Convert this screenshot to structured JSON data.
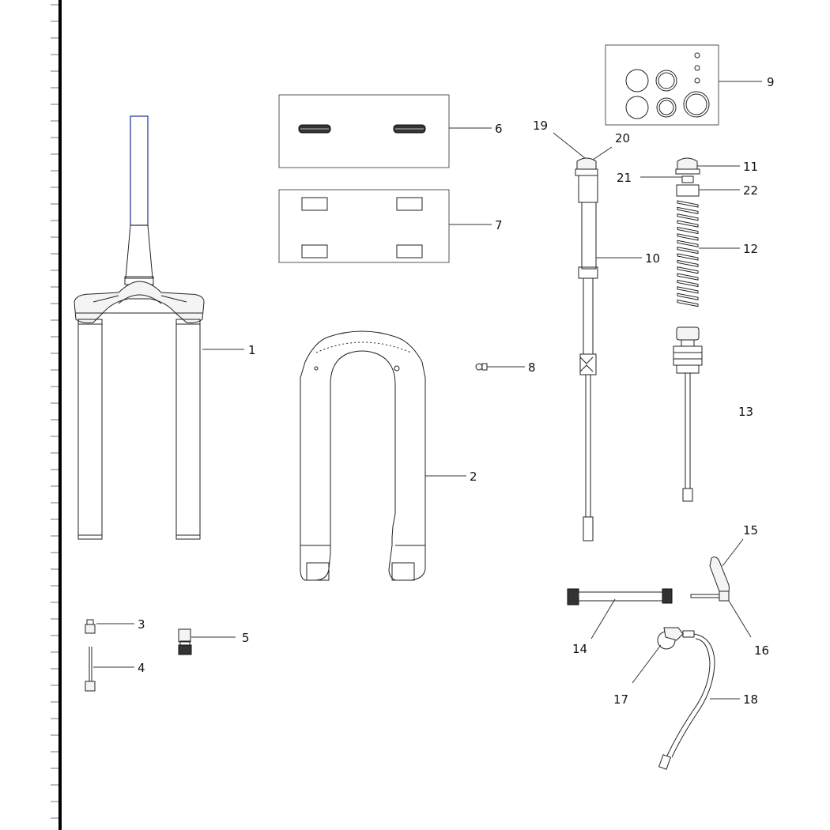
{
  "diagram": {
    "title": "",
    "callouts": [
      {
        "id": "1",
        "label": "1"
      },
      {
        "id": "2",
        "label": "2"
      },
      {
        "id": "3",
        "label": "3"
      },
      {
        "id": "4",
        "label": "4"
      },
      {
        "id": "5",
        "label": "5"
      },
      {
        "id": "6",
        "label": "6"
      },
      {
        "id": "7",
        "label": "7"
      },
      {
        "id": "8",
        "label": "8"
      },
      {
        "id": "9",
        "label": "9"
      },
      {
        "id": "10",
        "label": "10"
      },
      {
        "id": "11",
        "label": "11"
      },
      {
        "id": "12",
        "label": "12"
      },
      {
        "id": "13",
        "label": "13"
      },
      {
        "id": "14",
        "label": "14"
      },
      {
        "id": "15",
        "label": "15"
      },
      {
        "id": "16",
        "label": "16"
      },
      {
        "id": "17",
        "label": "17"
      },
      {
        "id": "18",
        "label": "18"
      },
      {
        "id": "19",
        "label": "19"
      },
      {
        "id": "20",
        "label": "20"
      },
      {
        "id": "21",
        "label": "21"
      },
      {
        "id": "22",
        "label": "22"
      }
    ],
    "colors": {
      "line": "#222222",
      "steerer_highlight": "#1a2f9c",
      "ruler": "#000000"
    }
  }
}
